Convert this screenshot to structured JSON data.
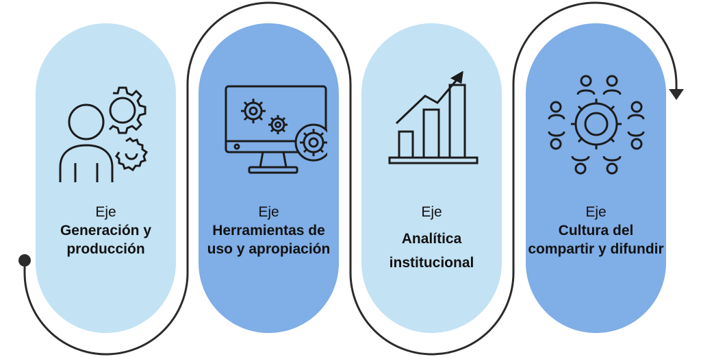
{
  "diagram": {
    "axes": [
      {
        "prefix": "Eje",
        "title": "Generación y producción",
        "icon": "user-gears-icon",
        "fill": "#c3e2f4"
      },
      {
        "prefix": "Eje",
        "title": "Herramientas de uso y apropiación",
        "icon": "monitor-gears-icon",
        "fill": "#80aee6"
      },
      {
        "prefix": "Eje",
        "title": "Analítica institucional",
        "icon": "bar-chart-growth-icon",
        "fill": "#c3e2f4"
      },
      {
        "prefix": "Eje",
        "title": "Cultura del compartir y difundir",
        "icon": "people-network-gear-icon",
        "fill": "#80aee6"
      }
    ],
    "colors": {
      "light": "#c3e2f4",
      "dark": "#80aee6",
      "line": "#2b2b2b"
    }
  }
}
